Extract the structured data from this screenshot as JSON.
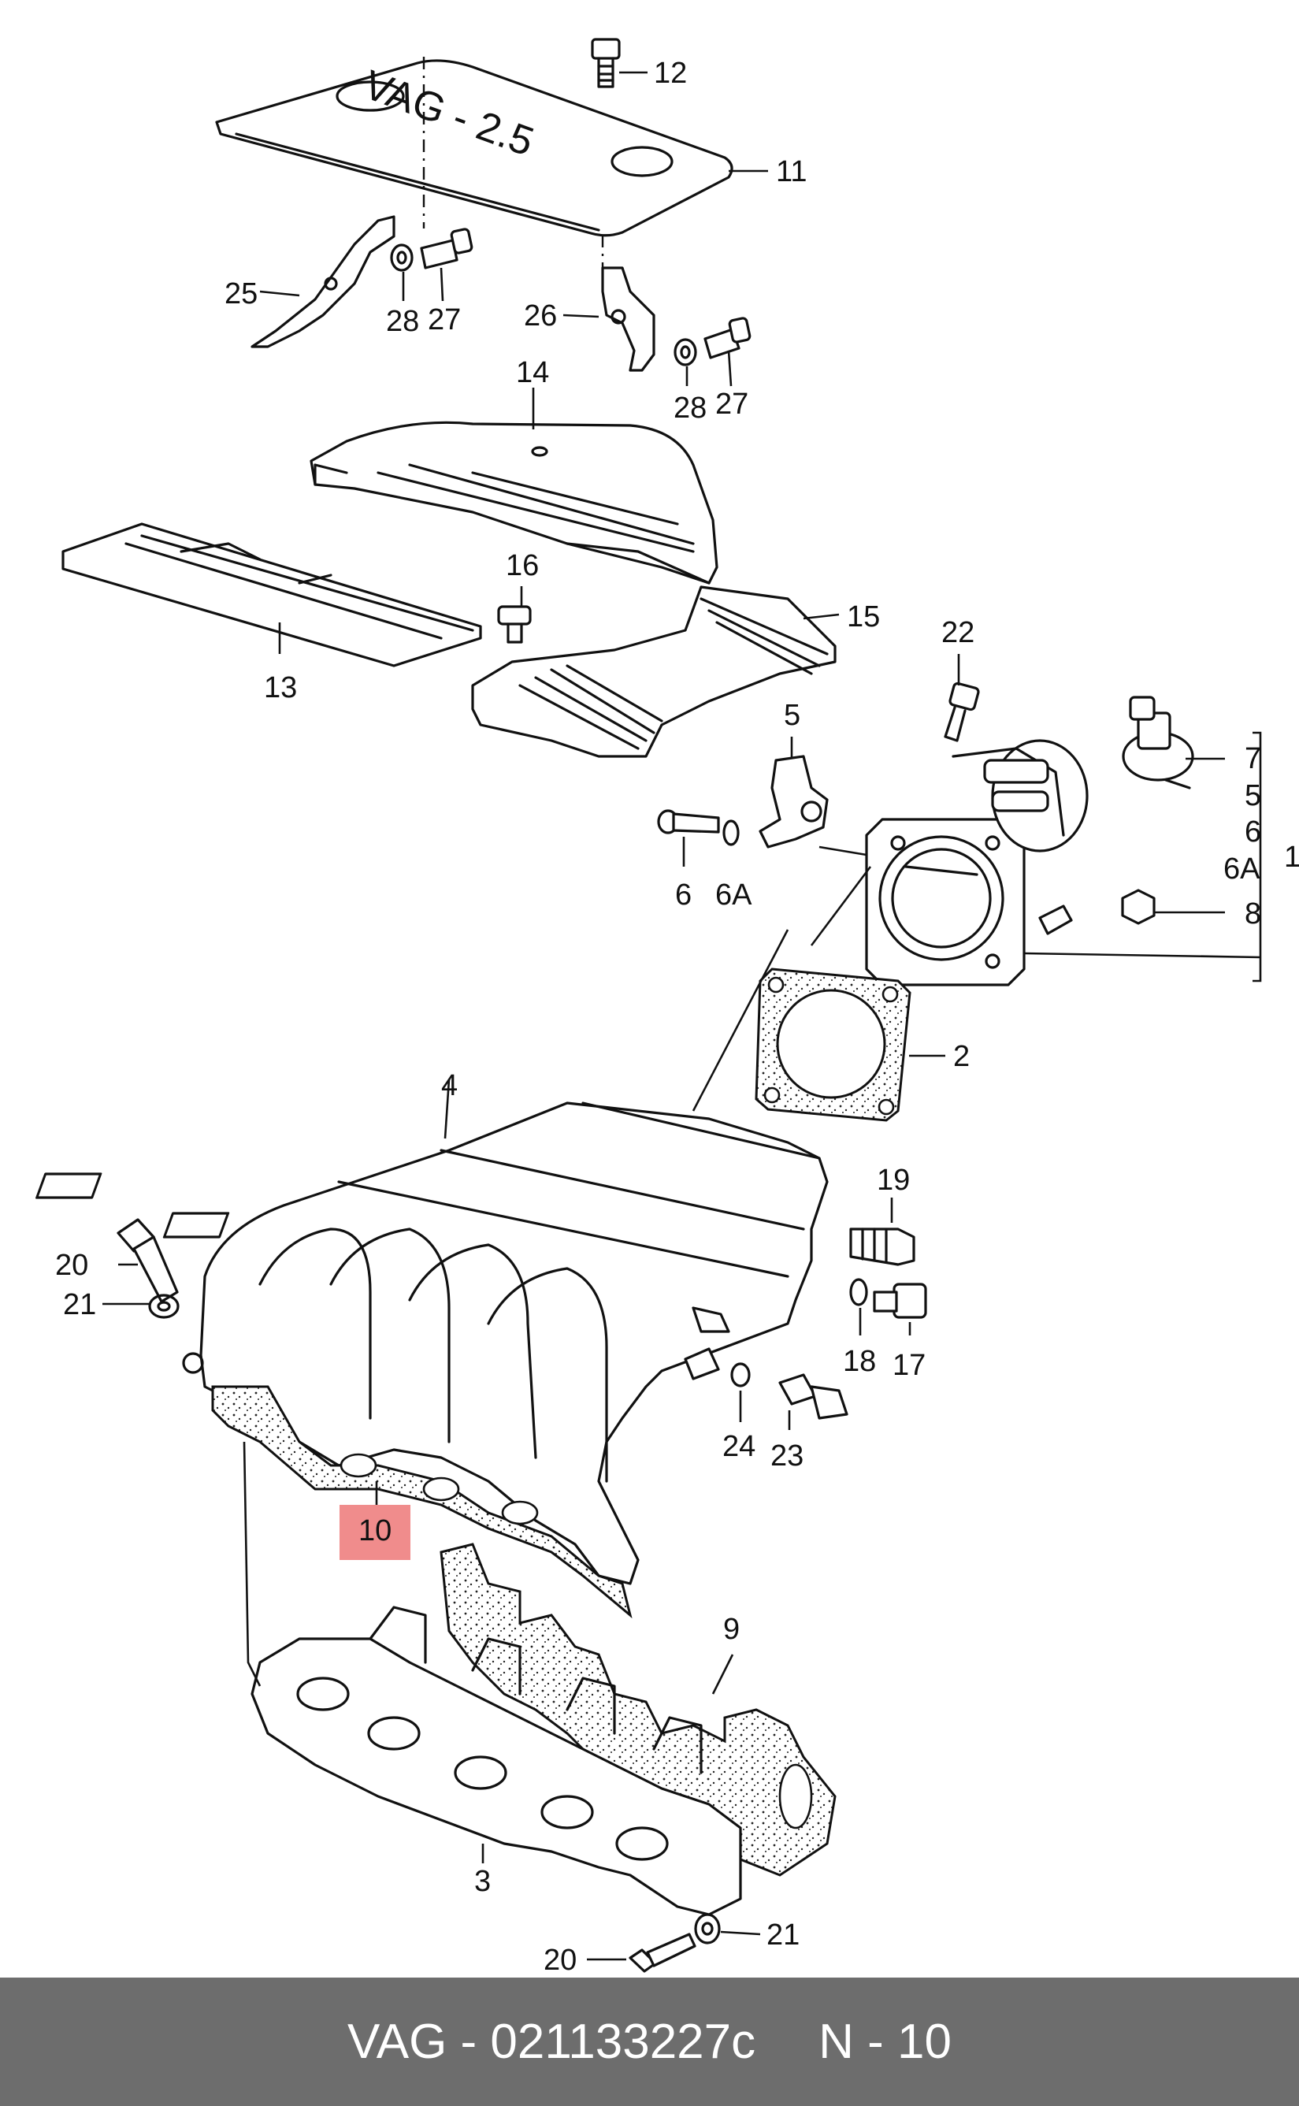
{
  "diagram": {
    "highlight_color": "#f08c8c",
    "callouts": {
      "c1": "1",
      "c2": "2",
      "c3": "3",
      "c4": "4",
      "c5a": "5",
      "c5b": "5",
      "c6a": "6",
      "c6b": "6",
      "c6Aa": "6A",
      "c6Ab": "6A",
      "c7": "7",
      "c8": "8",
      "c9": "9",
      "c10": "10",
      "c11": "11",
      "c12": "12",
      "c13": "13",
      "c14": "14",
      "c15": "15",
      "c16": "16",
      "c17": "17",
      "c18": "18",
      "c19": "19",
      "c20a": "20",
      "c20b": "20",
      "c21a": "21",
      "c21b": "21",
      "c22": "22",
      "c23": "23",
      "c24": "24",
      "c25": "25",
      "c26": "26",
      "c27a": "27",
      "c27b": "27",
      "c28a": "28",
      "c28b": "28"
    },
    "cover_lettering": "VAG - 2.5"
  },
  "footer": {
    "part_label": "VAG - 021133227c",
    "position_label": "N - 10"
  }
}
